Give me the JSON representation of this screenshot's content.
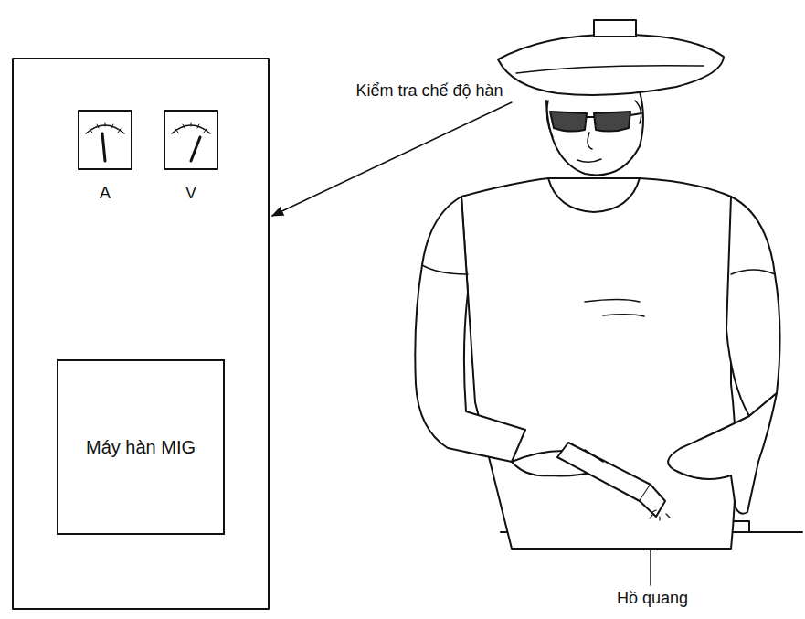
{
  "diagram": {
    "nodes": [
      {
        "text": [
          "Máy hàn MIG"
        ]
      }
    ],
    "labels": [
      "Kiểm tra chế độ hàn",
      "A",
      "V",
      "Hồ quang"
    ]
  }
}
